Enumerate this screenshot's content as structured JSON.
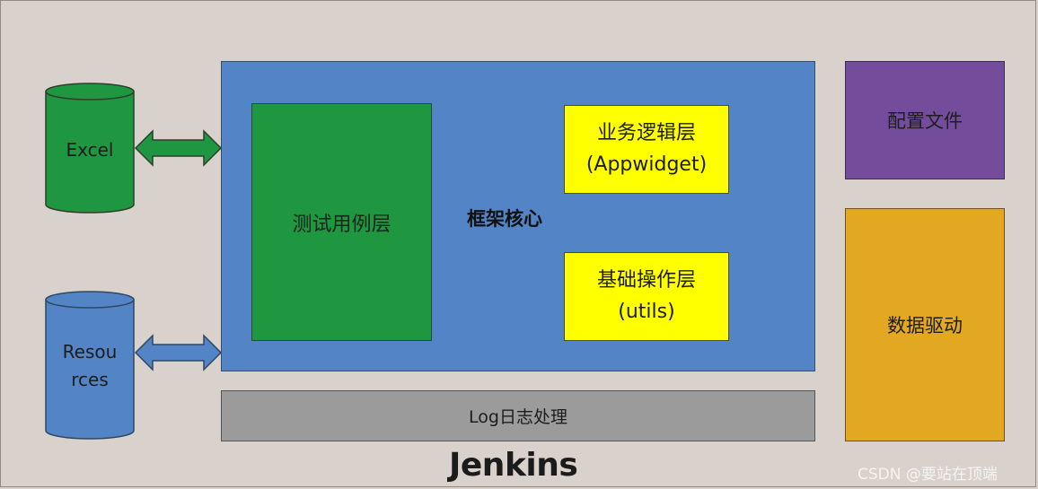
{
  "core": {
    "label": "框架核心"
  },
  "test_case_layer": {
    "label": "测试用例层"
  },
  "business_layer": {
    "line1": "业务逻辑层",
    "line2": "(Appwidget)"
  },
  "base_layer": {
    "line1": "基础操作层",
    "line2": "(utils)"
  },
  "log_layer": {
    "label": "Log日志处理"
  },
  "config_files": {
    "label": "配置文件"
  },
  "data_driven": {
    "label": "数据驱动"
  },
  "excel": {
    "label": "Excel"
  },
  "resources": {
    "line1": "Resou",
    "line2": "rces"
  },
  "footer_title": "Jenkins",
  "watermark": "CSDN @要站在顶端",
  "colors": {
    "background": "#d9d2cc",
    "core": "#5284c6",
    "test_case": "#1f9640",
    "yellow": "#ffff00",
    "log": "#9b9b9b",
    "config": "#744c9c",
    "data_driven": "#e2a822",
    "excel_cylinder": "#1f9640",
    "resources_cylinder": "#5284c6"
  }
}
